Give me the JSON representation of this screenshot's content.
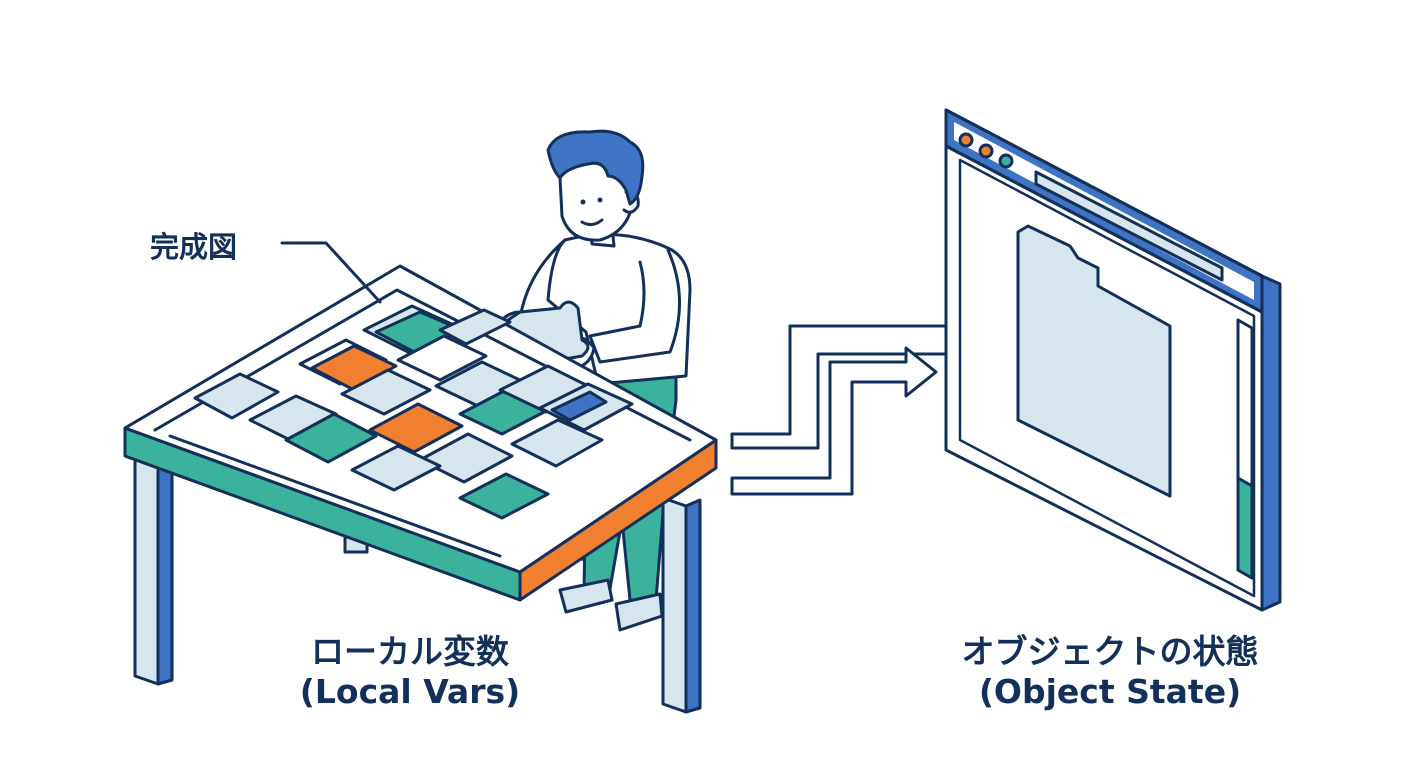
{
  "labels": {
    "completed_picture": "完成図",
    "left_caption_jp": "ローカル変数",
    "left_caption_en": "(Local Vars)",
    "right_caption_jp": "オブジェクトの状態",
    "right_caption_en": "(Object State)"
  },
  "colors": {
    "outline": "#12305a",
    "blue": "#3f74c4",
    "teal": "#3bb39c",
    "orange": "#f07f2f",
    "light_blue": "#d7e6ee",
    "white": "#ffffff"
  },
  "icons": {
    "table": "puzzle-table-icon",
    "person": "person-icon",
    "arrows": "transfer-arrow-icon",
    "window": "browser-window-icon"
  }
}
